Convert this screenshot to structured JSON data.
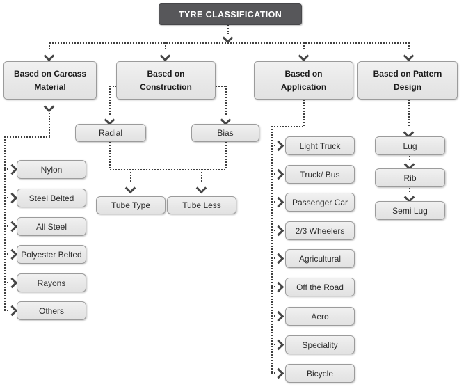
{
  "title": "TYRE CLASSIFICATION",
  "colors": {
    "title_bg": "#57575a",
    "title_text": "#ffffff",
    "node_bg": "#e9e9e9",
    "node_border": "#9b9b9b",
    "connector": "#3f3f3f",
    "text": "#2b2b2b"
  },
  "categories": {
    "carcass": {
      "label": "Based on Carcass Material",
      "items": [
        "Nylon",
        "Steel Belted",
        "All Steel",
        "Polyester Belted",
        "Rayons",
        "Others"
      ]
    },
    "construction": {
      "label": "Based on Construction",
      "types": [
        "Radial",
        "Bias"
      ],
      "subtypes": [
        "Tube Type",
        "Tube Less"
      ]
    },
    "application": {
      "label": "Based on Application",
      "items": [
        "Light Truck",
        "Truck/ Bus",
        "Passenger Car",
        "2/3 Wheelers",
        "Agricultural",
        "Off the Road",
        "Aero",
        "Speciality",
        "Bicycle"
      ]
    },
    "pattern": {
      "label": "Based on Pattern Design",
      "items": [
        "Lug",
        "Rib",
        "Semi Lug"
      ]
    }
  }
}
